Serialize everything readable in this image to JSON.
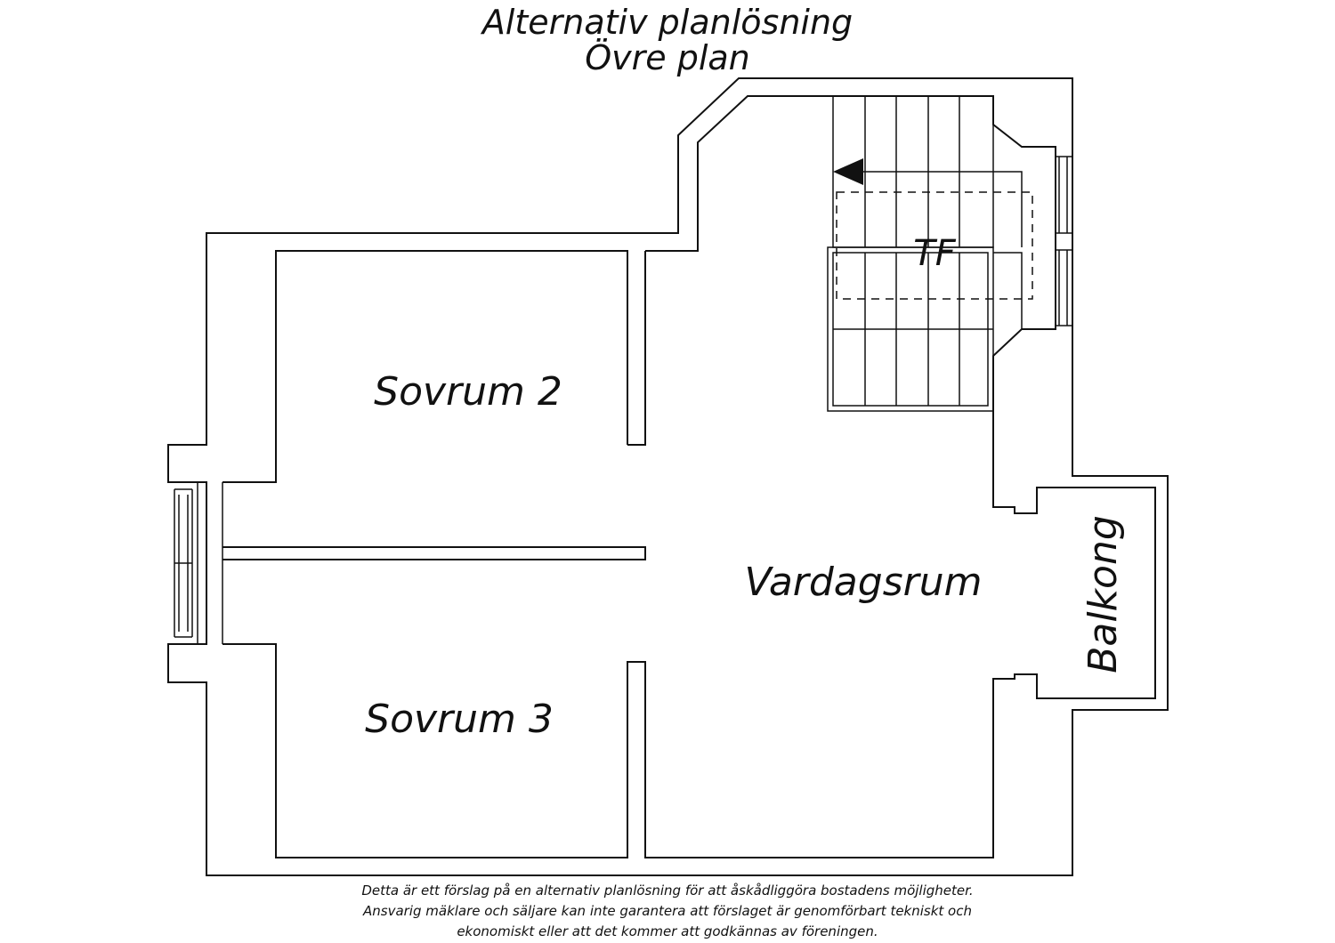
{
  "header": {
    "title_line1": "Alternativ planlösning",
    "title_line2": "Övre plan"
  },
  "rooms": {
    "bedroom_2": "Sovrum 2",
    "bedroom_3": "Sovrum 3",
    "living_room": "Vardagsrum",
    "balcony": "Balkong",
    "skylight": "TF"
  },
  "disclaimer": {
    "line1": "Detta är ett förslag på en alternativ planlösning för att åskådliggöra bostadens möjligheter.",
    "line2": "Ansvarig mäklare och säljare kan inte garantera att förslaget är genomförbart tekniskt och",
    "line3": "ekonomiskt eller att det kommer att godkännas av föreningen."
  }
}
